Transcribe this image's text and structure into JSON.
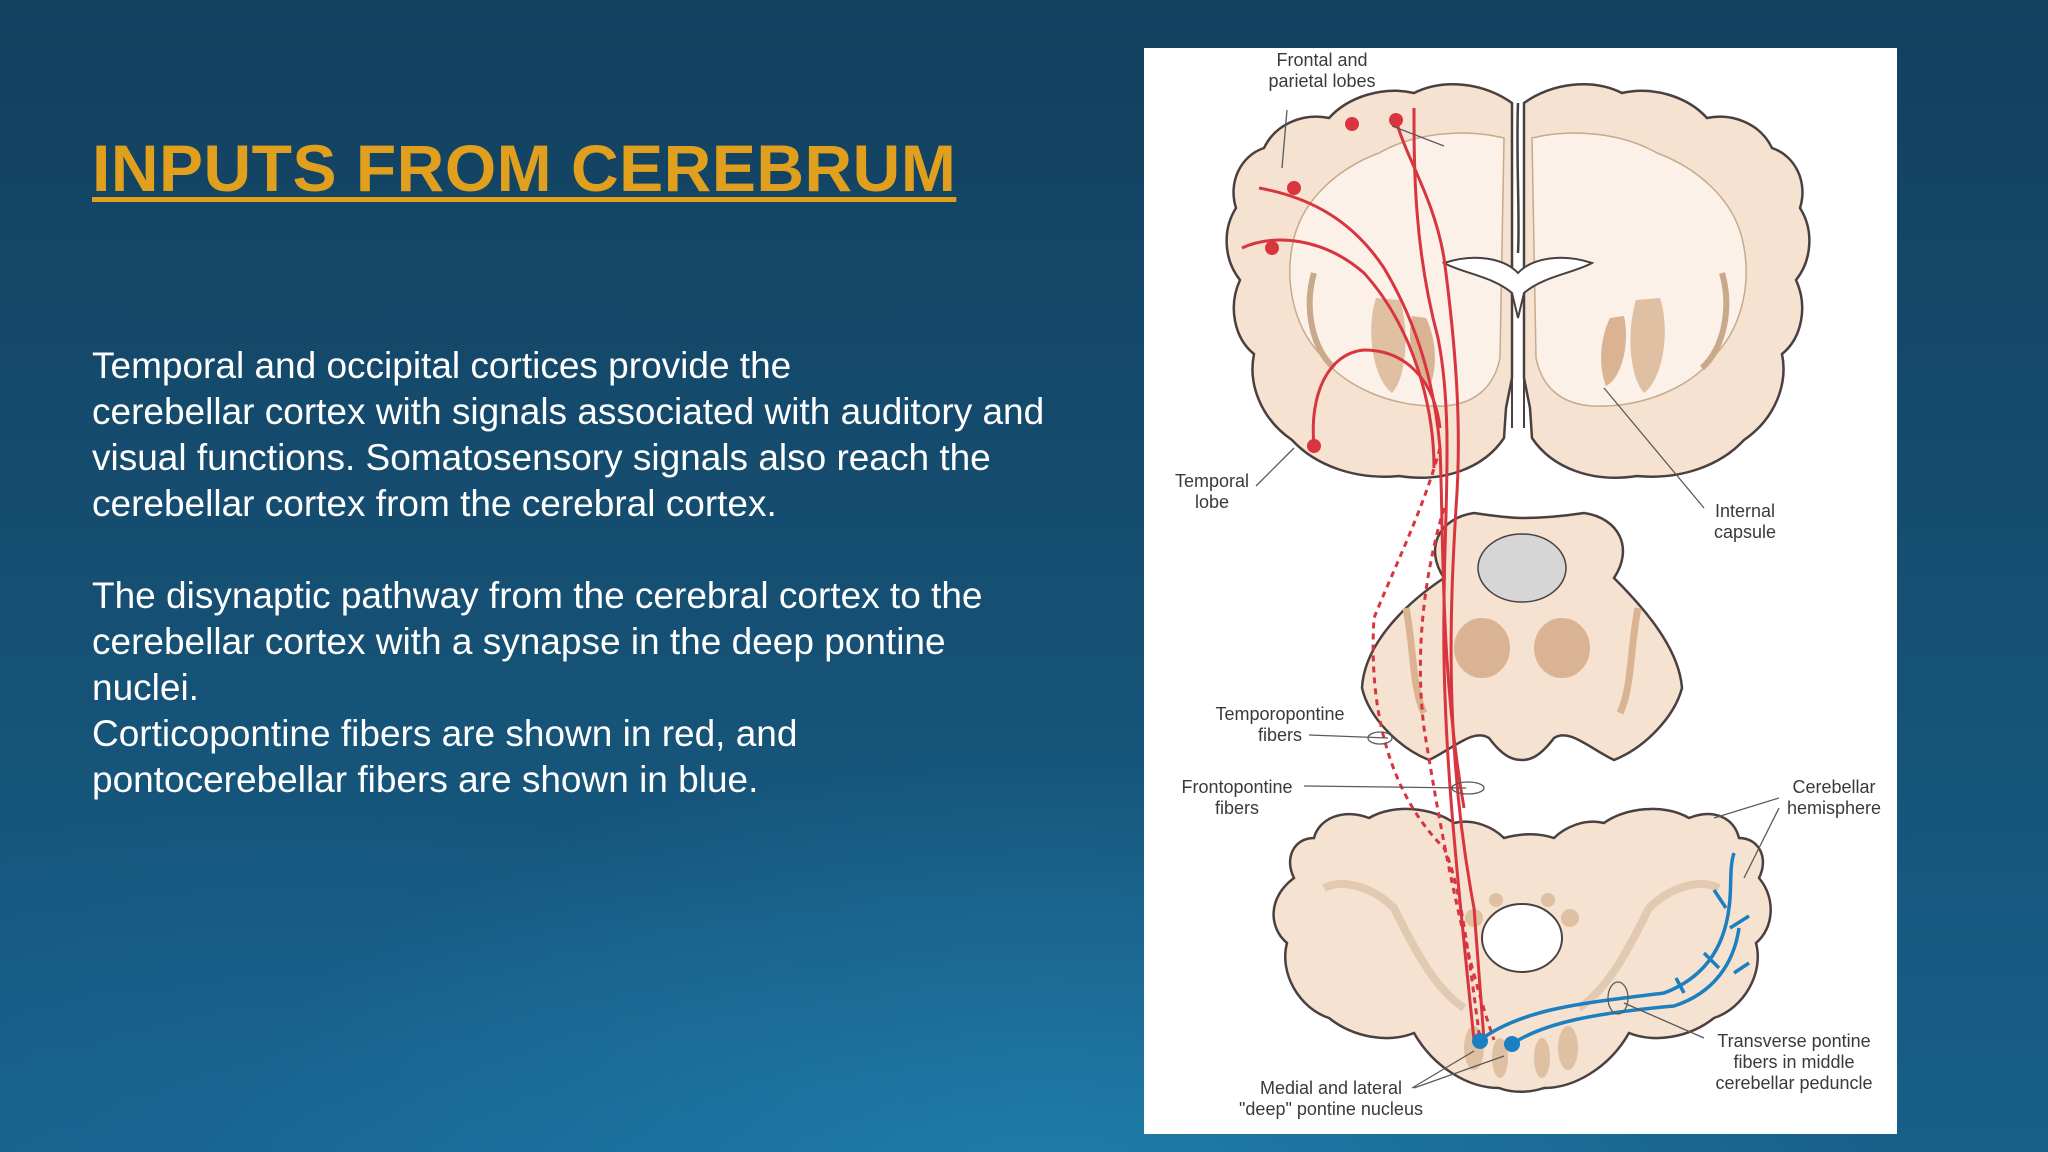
{
  "slide": {
    "title": "INPUTS FROM CEREBRUM",
    "paragraphs": [
      "Temporal and occipital cortices provide the",
      "cerebellar cortex with signals associated with auditory and",
      "visual functions. Somatosensory signals also reach the",
      "cerebellar cortex from the cerebral cortex.",
      "The disynaptic pathway from the cerebral cortex to the",
      "cerebellar cortex with a synapse in the deep pontine",
      "nuclei.",
      "Corticopontine fibers are shown in red, and",
      "pontocerebellar fibers are shown in blue."
    ]
  },
  "figure": {
    "colors": {
      "corticopontine": "#d8353f",
      "pontocerebellar": "#1c7fc0",
      "tissue": "#f7e6d6",
      "tissue_dark": "#e2c2a4",
      "outline": "#4a4040"
    },
    "labels": {
      "frontal_parietal_1": "Frontal and",
      "frontal_parietal_2": "parietal lobes",
      "temporal_1": "Temporal",
      "temporal_2": "lobe",
      "internal_1": "Internal",
      "internal_2": "capsule",
      "temporopontine_1": "Temporopontine",
      "temporopontine_2": "fibers",
      "frontopontine_1": "Frontopontine",
      "frontopontine_2": "fibers",
      "cerebellar_1": "Cerebellar",
      "cerebellar_2": "hemisphere",
      "transverse_1": "Transverse pontine",
      "transverse_2": "fibers in middle",
      "transverse_3": "cerebellar peduncle",
      "medial_1": "Medial and lateral",
      "medial_2": "\"deep\" pontine nucleus"
    }
  }
}
